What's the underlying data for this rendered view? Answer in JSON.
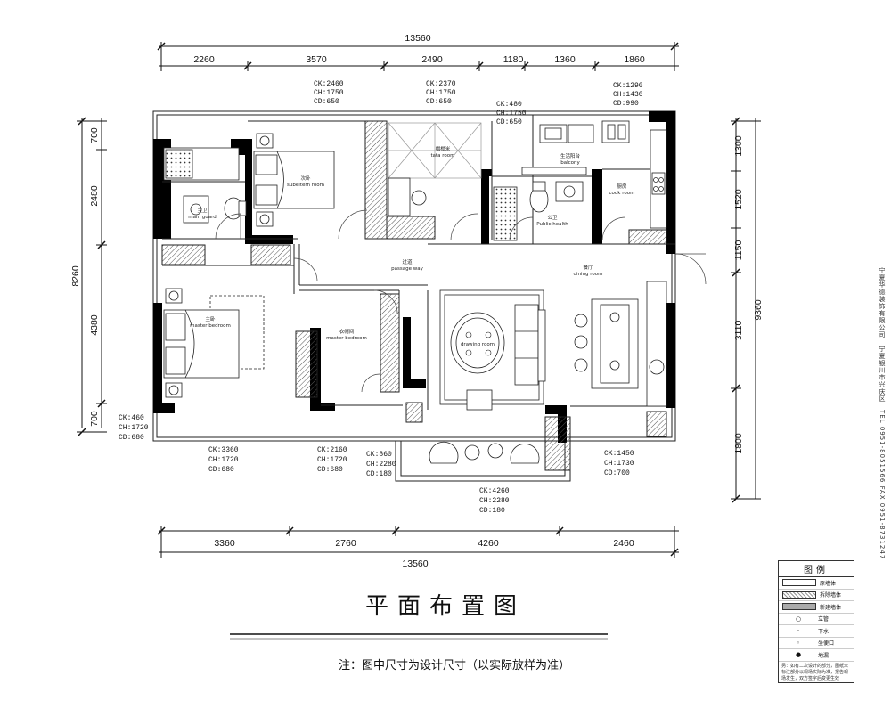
{
  "top": {
    "total": "13560",
    "segments": [
      "2260",
      "3570",
      "2490",
      "1180",
      "1360",
      "1860"
    ]
  },
  "bottom": {
    "total": "13560",
    "segments": [
      "3360",
      "2760",
      "4260",
      "2460"
    ]
  },
  "left": {
    "total": "8260",
    "segments": [
      "700",
      "2480",
      "4380",
      "700"
    ]
  },
  "right": {
    "total": "9360",
    "segments": [
      "1300",
      "1520",
      "1150",
      "3110",
      "1800"
    ]
  },
  "windows": [
    {
      "ck": "CK:2460",
      "ch": "CH:1750",
      "cd": "CD:650"
    },
    {
      "ck": "CK:2370",
      "ch": "CH:1750",
      "cd": "CD:650"
    },
    {
      "ck": "CK:480",
      "ch": "CH:1750",
      "cd": "CD:650"
    },
    {
      "ck": "CK:1290",
      "ch": "CH:1430",
      "cd": "CD:990"
    },
    {
      "ck": "CK:460",
      "ch": "CH:1720",
      "cd": "CD:680"
    },
    {
      "ck": "CK:3360",
      "ch": "CH:1720",
      "cd": "CD:680"
    },
    {
      "ck": "CK:2160",
      "ch": "CH:1720",
      "cd": "CD:680"
    },
    {
      "ck": "CK:860",
      "ch": "CH:2280",
      "cd": "CD:180"
    },
    {
      "ck": "CK:4260",
      "ch": "CH:2280",
      "cd": "CD:180"
    },
    {
      "ck": "CK:1450",
      "ch": "CH:1730",
      "cd": "CD:700"
    }
  ],
  "rooms": {
    "subeltern_cn": "次卧",
    "subeltern_en": "subeltern room",
    "tatami_cn": "榻榻米",
    "tatami_en": "tata room",
    "balcony_cn": "生活阳台",
    "balcony_en": "balcony",
    "cook_cn": "厨房",
    "cook_en": "cook room",
    "mainguard_cn": "主卫",
    "mainguard_en": "main guard",
    "public_cn": "公卫",
    "public_en": "Public health",
    "passage_cn": "过道",
    "passage_en": "passage way",
    "dining_cn": "餐厅",
    "dining_en": "dining room",
    "master_cn": "主卧",
    "master_en": "master bedroom",
    "cloak_cn": "衣帽间",
    "cloak_en": "master bedroom",
    "drawing_en": "drawing room"
  },
  "title": "平面布置图",
  "note": "注：图中尺寸为设计尺寸（以实际放样为准）",
  "legend": {
    "heading": "图例",
    "items": [
      "原墙体",
      "拆除墙体",
      "新建墙体",
      "立管",
      "下水",
      "坐便口",
      "地漏"
    ],
    "footer": "另：如有二次设计的部分，图纸未标注部分以现场实际为准，报告现场发生，双方签字后变更生效"
  },
  "side_text": "宁夏华德装饰有限公司　宁夏银川市兴庆区　TEL 0951-8051566 FAX 0951-8731247"
}
